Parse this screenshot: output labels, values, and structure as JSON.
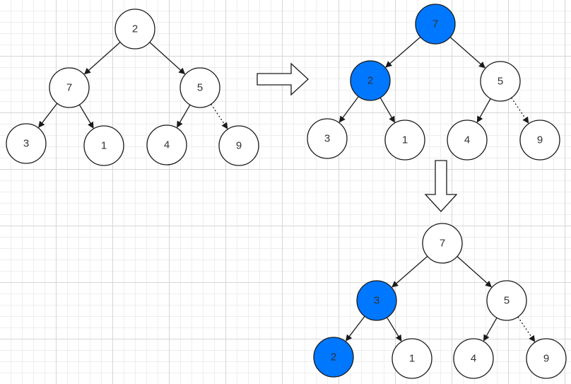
{
  "colors": {
    "highlight": "#0077ff",
    "node_fill": "#ffffff",
    "stroke": "#1a1a1a",
    "text": "#333333"
  },
  "trees": [
    {
      "id": "tree-1",
      "nodes": [
        {
          "id": "root",
          "label": "2",
          "highlight": false
        },
        {
          "id": "left",
          "label": "7",
          "highlight": false
        },
        {
          "id": "right",
          "label": "5",
          "highlight": false
        },
        {
          "id": "left-left",
          "label": "3",
          "highlight": false
        },
        {
          "id": "left-right",
          "label": "1",
          "highlight": false
        },
        {
          "id": "right-left",
          "label": "4",
          "highlight": false
        },
        {
          "id": "right-right",
          "label": "9",
          "highlight": false
        }
      ]
    },
    {
      "id": "tree-2",
      "nodes": [
        {
          "id": "root",
          "label": "7",
          "highlight": true
        },
        {
          "id": "left",
          "label": "2",
          "highlight": true
        },
        {
          "id": "right",
          "label": "5",
          "highlight": false
        },
        {
          "id": "left-left",
          "label": "3",
          "highlight": false
        },
        {
          "id": "left-right",
          "label": "1",
          "highlight": false
        },
        {
          "id": "right-left",
          "label": "4",
          "highlight": false
        },
        {
          "id": "right-right",
          "label": "9",
          "highlight": false
        }
      ]
    },
    {
      "id": "tree-3",
      "nodes": [
        {
          "id": "root",
          "label": "7",
          "highlight": false
        },
        {
          "id": "left",
          "label": "3",
          "highlight": true
        },
        {
          "id": "right",
          "label": "5",
          "highlight": false
        },
        {
          "id": "left-left",
          "label": "2",
          "highlight": true
        },
        {
          "id": "left-right",
          "label": "1",
          "highlight": false
        },
        {
          "id": "right-left",
          "label": "4",
          "highlight": false
        },
        {
          "id": "right-right",
          "label": "9",
          "highlight": false
        }
      ]
    }
  ],
  "edges": [
    {
      "from": "root",
      "to": "left",
      "style": "solid"
    },
    {
      "from": "root",
      "to": "right",
      "style": "solid"
    },
    {
      "from": "left",
      "to": "left-left",
      "style": "solid"
    },
    {
      "from": "left",
      "to": "left-right",
      "style": "solid"
    },
    {
      "from": "right",
      "to": "right-left",
      "style": "solid"
    },
    {
      "from": "right",
      "to": "right-right",
      "style": "dotted"
    }
  ],
  "transitions": [
    {
      "id": "arrow-right",
      "direction": "right"
    },
    {
      "id": "arrow-down",
      "direction": "down"
    }
  ]
}
